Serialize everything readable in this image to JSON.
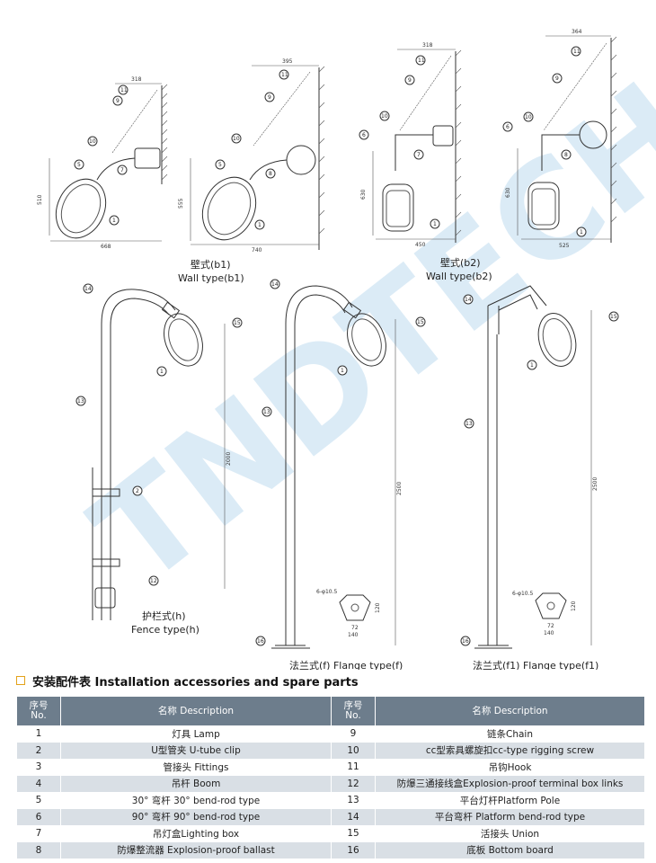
{
  "figures": {
    "b1": {
      "caption_cn": "壁式(b1)",
      "caption_en": "Wall type(b1)",
      "dims": {
        "top_left": "318",
        "top_right": "395",
        "height_left": "510",
        "height_right": "555",
        "width_left": "668",
        "width_right": "740"
      }
    },
    "b2": {
      "caption_cn": "壁式(b2)",
      "caption_en": "Wall type(b2)",
      "dims": {
        "top_left": "318",
        "top_right": "364",
        "height_left": "630",
        "height_right": "630",
        "width_left": "450",
        "width_right": "525"
      }
    },
    "h": {
      "caption_cn": "护栏式(h)",
      "caption_en": "Fence type(h)",
      "dims": {
        "height": "2000"
      }
    },
    "f": {
      "caption": "法兰式(f) Flange type(f)",
      "dims": {
        "height": "2500",
        "holes": "6-φ10.5",
        "side": "120",
        "a": "72",
        "b": "140"
      }
    },
    "f1": {
      "caption": "法兰式(f1) Flange type(f1)",
      "dims": {
        "height": "2500",
        "holes": "6-φ10.5",
        "side": "120",
        "a": "72",
        "b": "140"
      }
    },
    "callouts": [
      "1",
      "2",
      "5",
      "6",
      "7",
      "8",
      "9",
      "10",
      "11",
      "12",
      "13",
      "14",
      "15",
      "16"
    ]
  },
  "watermark": "TNDTECH",
  "section": {
    "title": "安装配件表 Installation accessories and spare parts",
    "icon": "square-outline-icon",
    "icon_color": "#e3a21a"
  },
  "table": {
    "headers": {
      "no_cn": "序号",
      "no_en": "No.",
      "desc": "名称 Description"
    },
    "rows": [
      {
        "l_no": "1",
        "l_desc": "灯具 Lamp",
        "r_no": "9",
        "r_desc": "链条Chain"
      },
      {
        "l_no": "2",
        "l_desc": "U型管夹 U-tube clip",
        "r_no": "10",
        "r_desc": "cc型索具螺旋扣cc-type rigging screw"
      },
      {
        "l_no": "3",
        "l_desc": "管接头 Fittings",
        "r_no": "11",
        "r_desc": "吊钩Hook"
      },
      {
        "l_no": "4",
        "l_desc": "吊杆 Boom",
        "r_no": "12",
        "r_desc": "防爆三通接线盒Explosion-proof terminal box links"
      },
      {
        "l_no": "5",
        "l_desc": "30° 弯杆 30° bend-rod type",
        "r_no": "13",
        "r_desc": "平台灯杆Platform Pole"
      },
      {
        "l_no": "6",
        "l_desc": "90° 弯杆 90° bend-rod type",
        "r_no": "14",
        "r_desc": "平台弯杆 Platform bend-rod type"
      },
      {
        "l_no": "7",
        "l_desc": "吊灯盒Lighting box",
        "r_no": "15",
        "r_desc": "活接头 Union"
      },
      {
        "l_no": "8",
        "l_desc": "防爆整流器 Explosion-proof ballast",
        "r_no": "16",
        "r_desc": "底板 Bottom board"
      }
    ],
    "header_color": "#6d7d8c",
    "stripe_color": "#d9dfe5"
  }
}
